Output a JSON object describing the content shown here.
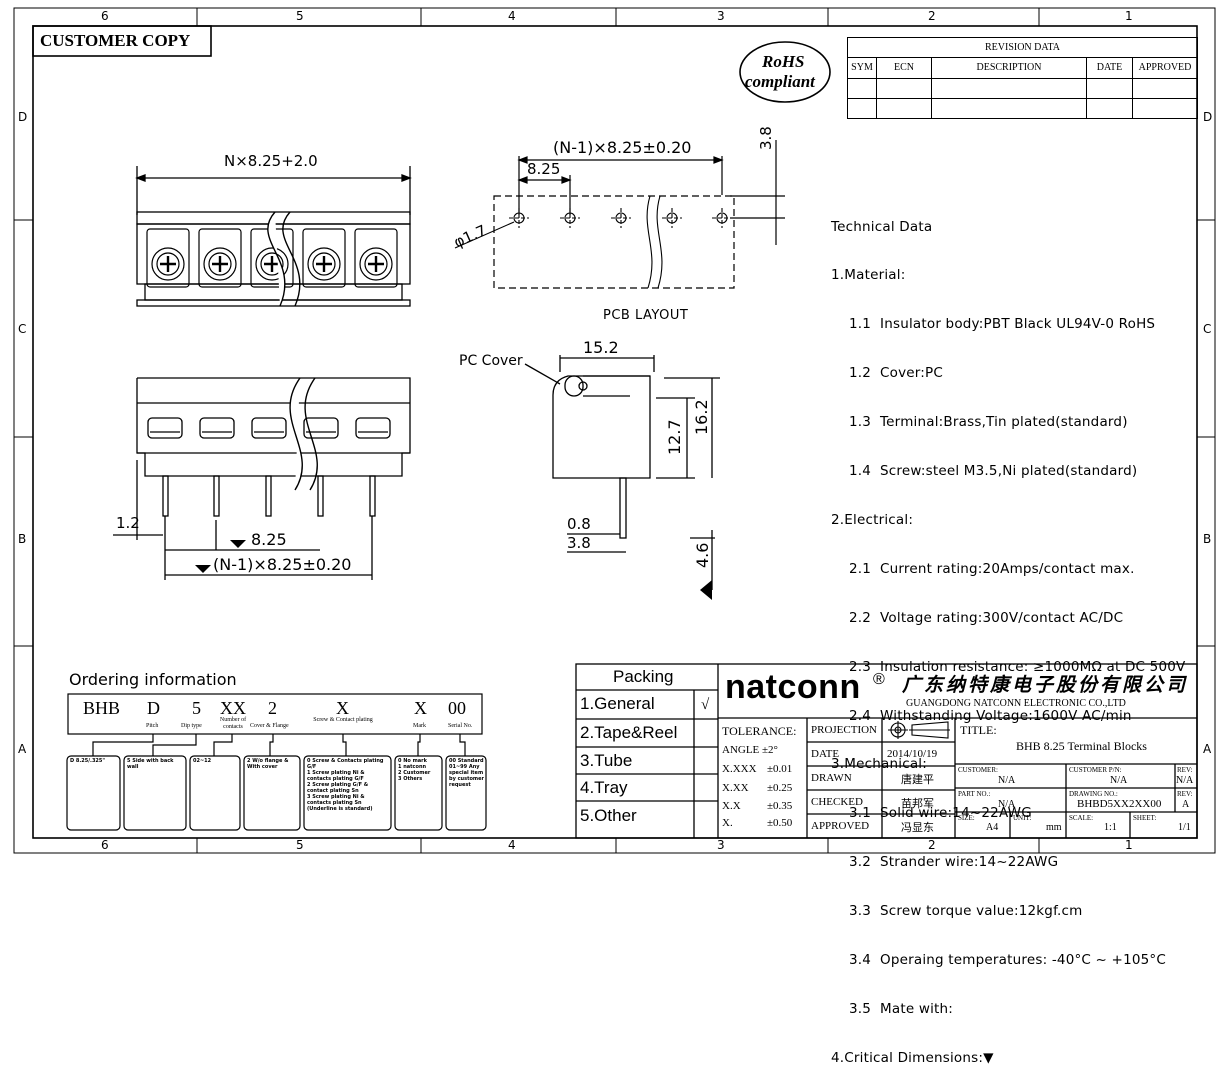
{
  "frame": {
    "col_labels": [
      "6",
      "5",
      "4",
      "3",
      "2",
      "1"
    ],
    "row_labels": [
      "D",
      "C",
      "B",
      "A"
    ]
  },
  "header": {
    "customer_copy": "CUSTOMER COPY",
    "rohs_line1": "RoHS",
    "rohs_line2": "compliant"
  },
  "revision": {
    "title": "REVISION DATA",
    "columns": [
      "SYM",
      "ECN",
      "DESCRIPTION",
      "DATE",
      "APPROVED"
    ]
  },
  "dims": {
    "overall": "N×8.25+2.0",
    "pcb_pitch_total": "(N-1)×8.25±0.20",
    "pcb_pitch": "8.25",
    "pcb_edge": "3.8",
    "hole_dia": "φ1.7",
    "pcb_layout": "PCB LAYOUT",
    "pc_cover": "PC Cover",
    "side_width": "15.2",
    "side_h1": "12.7",
    "side_h2": "16.2",
    "pin_w": "0.8",
    "pin_off": "3.8",
    "pin_len": "4.6",
    "front_edge": "1.2",
    "front_pitch": "8.25",
    "front_total": "(N-1)×8.25±0.20"
  },
  "tech_data": {
    "lines": [
      "Technical Data",
      "1.Material:",
      "    1.1  Insulator body:PBT Black UL94V-0 RoHS",
      "    1.2  Cover:PC",
      "    1.3  Terminal:Brass,Tin plated(standard)",
      "    1.4  Screw:steel M3.5,Ni plated(standard)",
      "2.Electrical:",
      "    2.1  Current rating:20Amps/contact max.",
      "    2.2  Voltage rating:300V/contact AC/DC",
      "    2.3  Insulation resistance: ≥1000MΩ at DC 500V",
      "    2.4  Withstanding Voltage:1600V AC/min",
      "3.Mechanical:",
      "    3.1  Solid wire:14~22AWG",
      "    3.2  Strander wire:14~22AWG",
      "    3.3  Screw torque value:12kgf.cm",
      "    3.4  Operaing temperatures: -40°C ~ +105°C",
      "    3.5  Mate with:",
      "4.Critical Dimensions:▼"
    ]
  },
  "ordering": {
    "title": "Ordering information",
    "codes": [
      "BHB",
      "D",
      "5",
      "XX",
      "2",
      "X",
      "X",
      "00"
    ],
    "captions": [
      "Pitch",
      "Dip type",
      "Number of contacts",
      "Cover & Flange",
      "Screw & Contact plating",
      "Mark",
      "Serial No."
    ],
    "boxes": [
      "D 8.25/.325\"",
      "5 Side with back wall",
      "02~12",
      "2 W/o flange & With cover",
      "0 Screw & Contacts plating G/F\n1 Screw plating Ni & contacts plating G/F\n2 Screw plating G/F & contact plating Sn\n3 Screw plating Ni & contacts plating Sn\n(Underline is standard)",
      "0 No mark\n1 natconn\n2 Customer\n3 Others",
      "00 Standard\n01~99 Any special item by customer request"
    ]
  },
  "packing": {
    "title": "Packing",
    "items": [
      "1.General",
      "2.Tape&Reel",
      "3.Tube",
      "4.Tray",
      "5.Other"
    ],
    "checked": "√"
  },
  "titleblock": {
    "brand": "natconn",
    "reg": "®",
    "company_cn": "广东纳特康电子股份有限公司",
    "company_en": "GUANGDONG NATCONN ELECTRONIC CO.,LTD",
    "tolerance_label": "TOLERANCE:",
    "angle": "ANGLE ±2°",
    "tol_rows": [
      [
        "X.XXX",
        "±0.01"
      ],
      [
        "X.XX",
        "±0.25"
      ],
      [
        "X.X",
        "±0.35"
      ],
      [
        "X.",
        "±0.50"
      ]
    ],
    "projection": "PROJECTION",
    "date_label": "DATE",
    "date": "2014/10/19",
    "drawn_label": "DRAWN",
    "drawn": "唐建平",
    "checked_label": "CHECKED",
    "checked": "苗邦军",
    "approved_label": "APPROVED",
    "approved": "冯显东",
    "title_label": "TITLE:",
    "title": "BHB 8.25 Terminal Blocks",
    "customer_label": "CUSTOMER:",
    "customer": "N/A",
    "customer_pn_label": "CUSTOMER P/N:",
    "customer_pn": "N/A",
    "rev_label": "REV:",
    "rev1": "N/A",
    "part_no_label": "PART NO.:",
    "part_no": "N/A",
    "drawing_no_label": "DRAWING NO.:",
    "drawing_no": "BHBD5XX2XX00",
    "rev2": "A",
    "size_label": "SIZE:",
    "size": "A4",
    "unit_label": "UNIT:",
    "unit": "mm",
    "scale_label": "SCALE:",
    "scale": "1:1",
    "sheet_label": "SHEET:",
    "sheet": "1/1"
  }
}
